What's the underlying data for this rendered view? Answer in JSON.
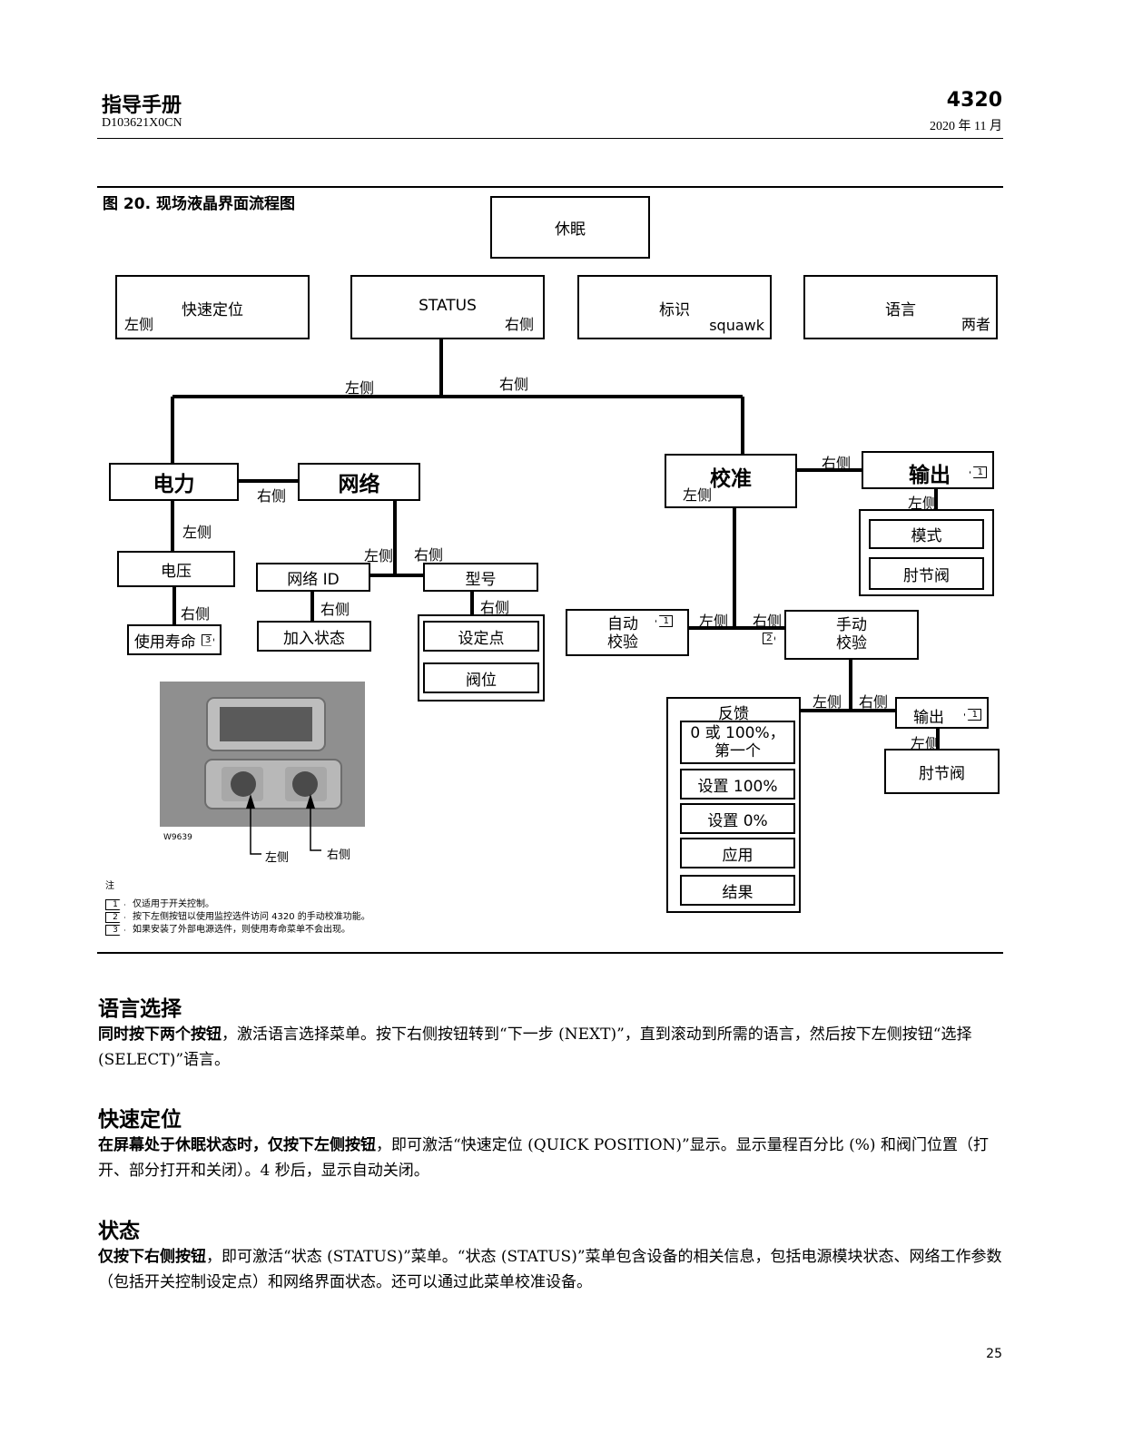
{
  "header": {
    "title": "指导手册",
    "doc_id": "D103621X0CN",
    "model": "4320",
    "date": "2020 年 11 月"
  },
  "figure": {
    "title": "图 20. 现场液晶界面流程图",
    "sleep": "休眠",
    "top_boxes": {
      "quick": {
        "title": "快速定位",
        "sub": "左侧"
      },
      "status": {
        "title": "STATUS",
        "sub": "右侧"
      },
      "tag": {
        "title": "标识",
        "sub": "squawk"
      },
      "lang": {
        "title": "语言",
        "sub": "两者"
      }
    },
    "branch_left": "左侧",
    "branch_right": "右侧",
    "power": "电力",
    "network": "网络",
    "power_right": "右侧",
    "power_left": "左侧",
    "voltage": "电压",
    "voltage_right": "右侧",
    "life": "使用寿命",
    "life_note": "3",
    "net_left": "左侧",
    "net_right": "右侧",
    "net_id": "网络 ID",
    "net_id_right": "右侧",
    "join_status": "加入状态",
    "model": "型号",
    "model_right": "右侧",
    "setpoint": "设定点",
    "valve_pos": "阀位",
    "calib": "校准",
    "calib_left": "左侧",
    "calib_right": "右侧",
    "output1": "输出",
    "output1_note": "1",
    "output1_left": "左侧",
    "mode": "模式",
    "elbow1": "肘节阀",
    "auto_cal": "自动\n校验",
    "auto_note": "1",
    "auto_left": "左侧",
    "manual_right": "右侧",
    "manual_note": "2",
    "manual_cal": "手动\n校验",
    "manual_left": "左侧",
    "manual_right2": "右侧",
    "feedback": "反馈",
    "fb_items": [
      "0 或 100%，\n第一个",
      "设置 100%",
      "设置 0%",
      "应用",
      "结果"
    ],
    "output2": "输出",
    "output2_note": "1",
    "output2_left": "左侧",
    "elbow2": "肘节阀",
    "photo_code": "W9639",
    "photo_left": "左侧",
    "photo_right": "右侧",
    "notes_title": "注",
    "notes": [
      {
        "num": "1",
        "text": "仅适用于开关控制。"
      },
      {
        "num": "2",
        "text": "按下左侧按钮以使用监控选件访问 4320 的手动校准功能。"
      },
      {
        "num": "3",
        "text": "如果安装了外部电源选件，则使用寿命菜单不会出现。"
      }
    ]
  },
  "sections": [
    {
      "heading": "语言选择",
      "bold": "同时按下两个按钮",
      "text": "，激活语言选择菜单。按下右侧按钮转到“下一步 (NEXT)”，直到滚动到所需的语言，然后按下左侧按钮“选择 (SELECT)”语言。"
    },
    {
      "heading": "快速定位",
      "bold": "在屏幕处于休眠状态时，仅按下左侧按钮",
      "text": "，即可激活“快速定位 (QUICK POSITION)”显示。显示量程百分比 (%) 和阀门位置（打开、部分打开和关闭）。4 秒后，显示自动关闭。"
    },
    {
      "heading": "状态",
      "bold": "仅按下右侧按钮",
      "text": "，即可激活“状态 (STATUS)”菜单。“状态 (STATUS)”菜单包含设备的相关信息，包括电源模块状态、网络工作参数（包括开关控制设定点）和网络界面状态。还可以通过此菜单校准设备。"
    }
  ],
  "page_number": "25"
}
